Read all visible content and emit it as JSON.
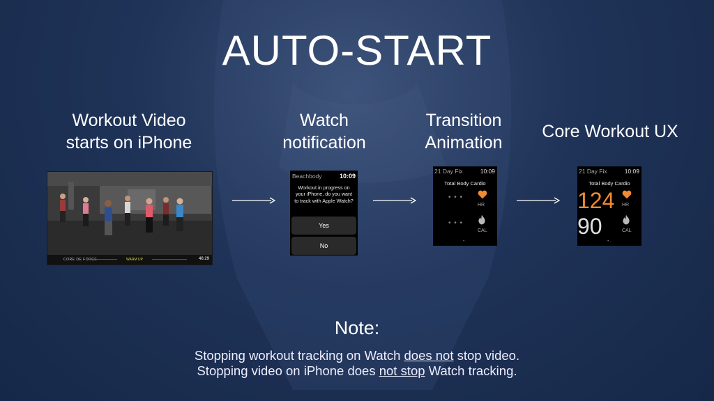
{
  "title": "AUTO-START",
  "steps": [
    {
      "label": "Workout Video\nstarts on iPhone"
    },
    {
      "label": "Watch\nnotification"
    },
    {
      "label": "Transition\nAnimation"
    },
    {
      "label": "Core Workout UX"
    }
  ],
  "video": {
    "left_text": "CORE DE FORCE",
    "mid_text": "WARM UP",
    "time": "46:29"
  },
  "notification": {
    "app": "Beachbody",
    "time": "10:09",
    "message": "Workout in progress on your iPhone, do you want to track with Apple Watch?",
    "yes": "Yes",
    "no": "No"
  },
  "transition_watch": {
    "app": "21 Day Fix",
    "time": "10:09",
    "subtitle": "Total Body Cardio",
    "hr_placeholder": "• • •",
    "cal_placeholder": "• • •",
    "hr_label": "HR",
    "cal_label": "CAL",
    "pager": "• ·"
  },
  "core_watch": {
    "app": "21 Day Fix",
    "time": "10:09",
    "subtitle": "Total Body Cardio",
    "hr_value": "124",
    "cal_value": "90",
    "hr_label": "HR",
    "cal_label": "CAL",
    "pager": "• ·"
  },
  "note": {
    "title": "Note:",
    "line1_a": "Stopping workout tracking on Watch ",
    "line1_u": "does not",
    "line1_b": " stop video.",
    "line2_a": "Stopping video on iPhone does ",
    "line2_u": "not stop",
    "line2_b": " Watch tracking."
  },
  "colors": {
    "accent_orange": "#f08a33",
    "heart": "#f08a33",
    "flame": "#b8b8b8"
  }
}
